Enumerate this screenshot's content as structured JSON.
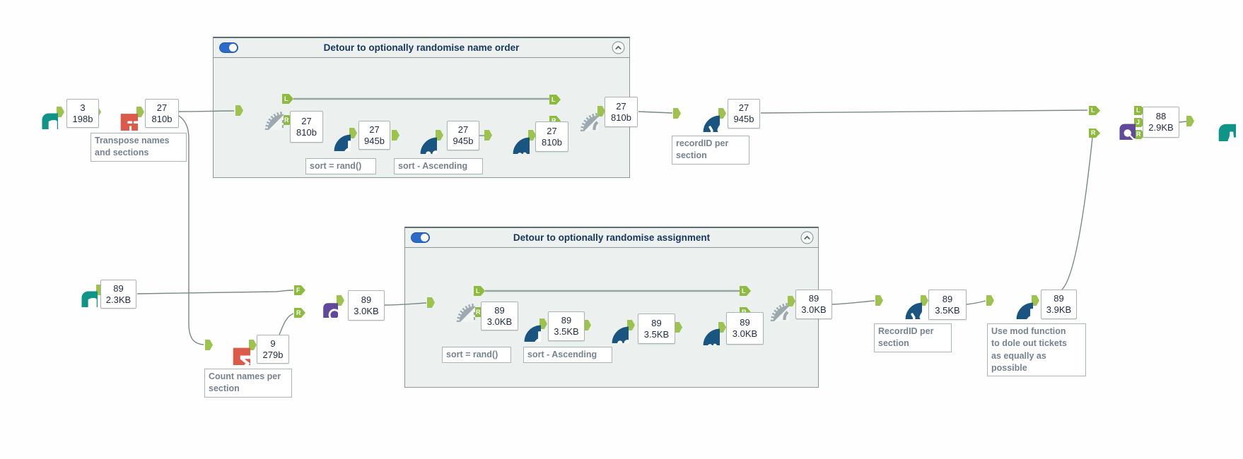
{
  "canvas": {
    "background": "#FEFEFE"
  },
  "colors": {
    "teal": "#0F9488",
    "red_orange": "#DB5A4A",
    "dark_blue": "#1A5480",
    "purple": "#61489B",
    "gear_gray": "#9DA9AF",
    "anchor_green": "#9DC24E",
    "container_fill": "#ECF1EF",
    "container_border": "#8A9898",
    "toggle_blue": "#2B6CCB",
    "title_navy": "#17365D",
    "annotation_gray": "#76838E",
    "wire_gray": "#7A8888"
  },
  "containers": {
    "name_order": {
      "title": "Detour to optionally randomise name order",
      "toggle": "on"
    },
    "assignment": {
      "title": "Detour to optionally randomise assignment",
      "toggle": "on"
    }
  },
  "anchors": {
    "left": "L",
    "right": "R",
    "join": "J",
    "find": "F"
  },
  "labels": {
    "in1": {
      "records": "3",
      "size": "198b"
    },
    "transpose": {
      "records": "27",
      "size": "810b"
    },
    "c1_r": {
      "records": "27",
      "size": "810b"
    },
    "c1_f": {
      "records": "27",
      "size": "945b"
    },
    "c1_s": {
      "records": "27",
      "size": "945b"
    },
    "c1_sel": {
      "records": "27",
      "size": "810b"
    },
    "c1_out": {
      "records": "27",
      "size": "810b"
    },
    "mr1_out": {
      "records": "27",
      "size": "945b"
    },
    "join_out": {
      "records": "88",
      "size": "2.9KB"
    },
    "in2": {
      "records": "89",
      "size": "2.3KB"
    },
    "sum_out": {
      "records": "9",
      "size": "279b"
    },
    "fr_out": {
      "records": "89",
      "size": "3.0KB"
    },
    "c2_r": {
      "records": "89",
      "size": "3.0KB"
    },
    "c2_f": {
      "records": "89",
      "size": "3.5KB"
    },
    "c2_s": {
      "records": "89",
      "size": "3.5KB"
    },
    "c2_sel": {
      "records": "89",
      "size": "3.0KB"
    },
    "c2_out": {
      "records": "89",
      "size": "3.0KB"
    },
    "mr2_out": {
      "records": "89",
      "size": "3.5KB"
    },
    "f3_out": {
      "records": "89",
      "size": "3.9KB"
    }
  },
  "annotations": {
    "transpose": "Transpose names\nand sections",
    "c1_formula": "sort = rand()",
    "c1_sort": "sort - Ascending",
    "recordid1": "recordID per\nsection",
    "count": "Count names per\nsection",
    "c2_formula": "sort = rand()",
    "c2_sort": "sort - Ascending",
    "recordid2": "RecordID per\nsection",
    "mod": "Use mod function\nto dole out tickets\nas equally as\npossible"
  },
  "icons": {
    "input": "input-data-book",
    "transpose": "transpose-table-arrow",
    "summarize": "sigma",
    "formula": "flask",
    "sort": "dots-ascending",
    "select": "checkmark-dots",
    "detour": "detour-split-road",
    "detour_end": "detour-merge-arrows",
    "multi_row_formula": "bucket-with-drops",
    "find_replace": "magnifier-pencil",
    "join": "network-nodes",
    "browse": "binoculars",
    "toggle": "toggle-on",
    "collapse": "chevron-up-circle"
  }
}
